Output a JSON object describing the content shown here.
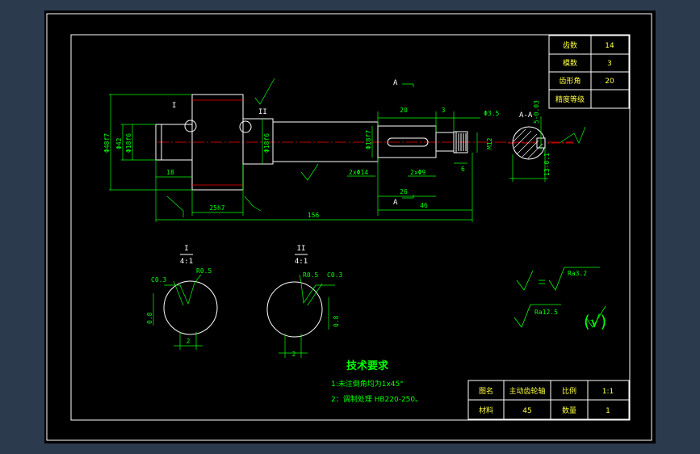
{
  "colors": {
    "frame_bg": "#2b3a4c",
    "paper": "#000000",
    "border": "#ffffff",
    "outline": "#ffffff",
    "dimension": "#00ff00",
    "centerline": "#ff0000",
    "table_text": "#ffff40"
  },
  "gear_table": {
    "rows": [
      {
        "label": "齿数",
        "value": "14"
      },
      {
        "label": "模数",
        "value": "3"
      },
      {
        "label": "齿形角",
        "value": "20"
      },
      {
        "label": "精度等级",
        "value": ""
      }
    ]
  },
  "title_block": {
    "name_label": "图名",
    "name_value": "主动齿轮轴",
    "scale_label": "比例",
    "scale_value": "1:1",
    "material_label": "材料",
    "material_value": "45",
    "qty_label": "数量",
    "qty_value": "1"
  },
  "tech_requirements": {
    "title": "技术要求",
    "items": [
      "1:未注倒角均为1x45°",
      "2：调制处理 HB220-250。"
    ]
  },
  "dimensions": {
    "d1": "Φ48f7",
    "d2": "Φ42",
    "d3": "Φ18f6",
    "d4": "Φ18f6",
    "d5": "Φ18f7",
    "d6": "M12",
    "len_18": "18",
    "len_25h7": "25h7",
    "len_156": "156",
    "len_20": "20",
    "len_3": "3",
    "phi3_5": "Φ3.5",
    "len_6": "6",
    "chamfer_a": "2xΦ14",
    "chamfer_b": "2xΦ9",
    "len_26": "26",
    "len_46": "46",
    "section_13": "13-0.1",
    "section_5": "5-0.03"
  },
  "labels": {
    "callout_i": "I",
    "callout_ii": "II",
    "section_a_top": "A",
    "section_a_bottom": "A",
    "section_aa": "A-A"
  },
  "detail_i": {
    "title": "I",
    "scale": "4:1",
    "c_label": "C0.3",
    "r_label": "R0.5",
    "dim_vertical": "0.8",
    "dim_bottom": "2"
  },
  "detail_ii": {
    "title": "II",
    "scale": "4:1",
    "r_label": "R0.5",
    "c_label": "C0.3",
    "dim_vertical": "0.8",
    "dim_bottom": "2"
  },
  "surface": {
    "eq_label": "Ra3.2",
    "ra_label": "Ra12.5",
    "rest_mark": "(√)"
  }
}
